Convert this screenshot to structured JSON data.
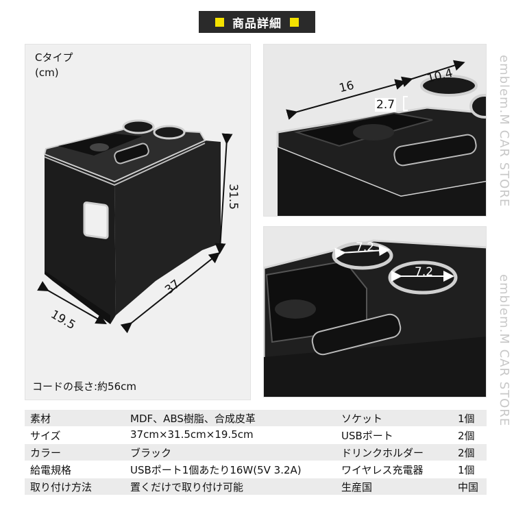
{
  "header": {
    "title": "商品詳細"
  },
  "main_panel": {
    "type_label_line1": "Cタイプ",
    "type_label_line2": "(cm)",
    "dims": {
      "height": "31.5",
      "length": "37",
      "width": "19.5"
    },
    "cord_label": "コードの長さ:約56cm"
  },
  "detail_top": {
    "dims": {
      "width": "16",
      "depth": "10.4",
      "height": "2.7"
    }
  },
  "detail_bottom": {
    "dims": {
      "cup1": "7.2",
      "cup2": "7.2"
    }
  },
  "watermark": "emblem.M CAR STORE",
  "specs_left": [
    {
      "label": "素材",
      "value": "MDF、ABS樹脂、合成皮革"
    },
    {
      "label": "サイズ",
      "value": "37cm×31.5cm×19.5cm"
    },
    {
      "label": "カラー",
      "value": "ブラック"
    },
    {
      "label": "給電規格",
      "value": "USBポート1個あたり16W(5V 3.2A)"
    },
    {
      "label": "取り付け方法",
      "value": "置くだけで取り付け可能"
    }
  ],
  "specs_right": [
    {
      "label": "ソケット",
      "value": "1個"
    },
    {
      "label": "USBポート",
      "value": "2個"
    },
    {
      "label": "ドリンクホルダー",
      "value": "2個"
    },
    {
      "label": "ワイヤレス充電器",
      "value": "1個"
    },
    {
      "label": "生産国",
      "value": "中国"
    }
  ],
  "colors": {
    "accent": "#f4e200",
    "header_bg": "#2a2a2a",
    "product": "#1a1a1a"
  }
}
